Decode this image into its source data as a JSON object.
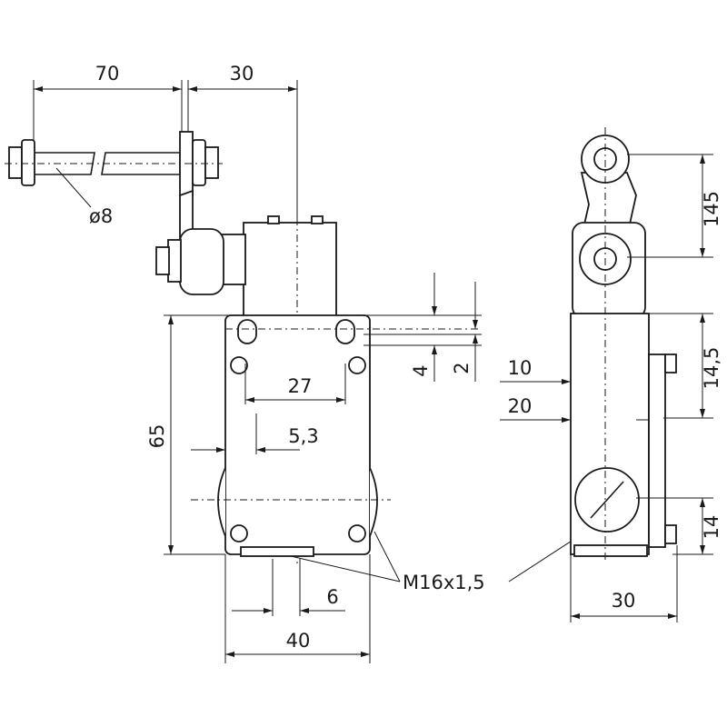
{
  "drawing": {
    "front_view": {
      "dim_lever_length": "70",
      "dim_lever_offset": "30",
      "dim_rod_diameter": "ø8",
      "dim_hole_spacing": "27",
      "dim_hole_offset": "5,3",
      "dim_body_height": "65",
      "dim_slot_4": "4",
      "dim_slot_2": "2",
      "dim_bottom_6": "6",
      "dim_body_width": "40",
      "thread_label": "M16x1,5"
    },
    "side_view": {
      "dim_roller_spacing": "145",
      "dim_offset_14_5": "14,5",
      "dim_conduit_height": "14",
      "dim_depth_10": "10",
      "dim_depth_20": "20",
      "dim_body_depth": "30"
    }
  }
}
